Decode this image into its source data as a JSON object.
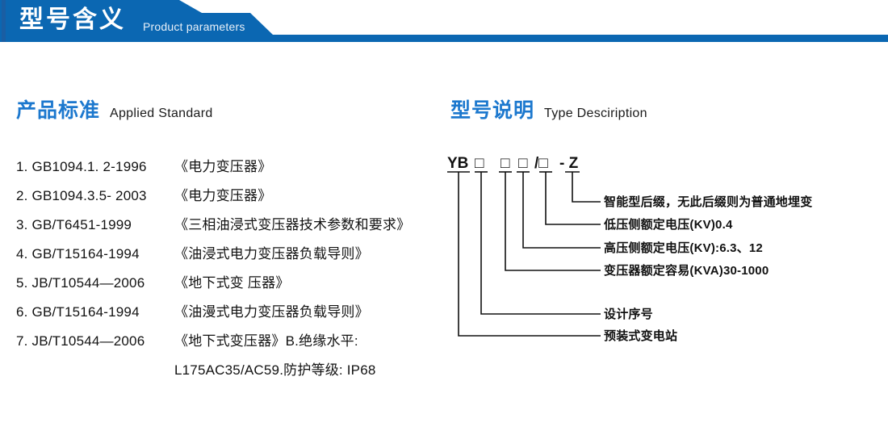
{
  "banner": {
    "title": "型号含义",
    "subtitle": "Product parameters",
    "bar_color": "#0b67b2",
    "accent_color": "#1a5ea3"
  },
  "sections": {
    "applied_standard": {
      "cn": "产品标准",
      "en": "Applied Standard"
    },
    "type_description": {
      "cn": "型号说明",
      "en": "Type Desciription"
    }
  },
  "heading_color": "#1c78ce",
  "standards": [
    {
      "index": "1.",
      "code": "GB1094.1. 2-1996",
      "name": "《电力变压器》"
    },
    {
      "index": "2.",
      "code": "GB1094.3.5- 2003",
      "name": "《电力变压器》"
    },
    {
      "index": "3.",
      "code": "GB/T6451-1999",
      "name": "《三相油浸式变压器技术参数和要求》"
    },
    {
      "index": "4.",
      "code": "GB/T15164-1994",
      "name": "《油浸式电力变压器负载导则》"
    },
    {
      "index": "5.",
      "code": "JB/T10544—2006",
      "name": "《地下式变 压器》"
    },
    {
      "index": "6.",
      "code": "GB/T15164-1994",
      "name": "《油漫式电力变压器负载导则》"
    },
    {
      "index": "7.",
      "code": "JB/T10544—2006",
      "name": "《地下式变压器》B.绝缘水平:"
    },
    {
      "index": "",
      "code": "",
      "name": "L175AC35/AC59.防护等级: IP68"
    }
  ],
  "type_code": {
    "segments": [
      {
        "id": "prefix",
        "text": "YB"
      },
      {
        "id": "design-serial",
        "text": "□"
      },
      {
        "id": "capacity",
        "text": "□"
      },
      {
        "id": "hv-voltage",
        "text": "□"
      },
      {
        "id": "lv-voltage",
        "text": "/□"
      },
      {
        "id": "smart-suffix",
        "text": "- Z"
      }
    ],
    "full": "YB □ □□/□ - Z"
  },
  "callouts": [
    {
      "id": "smart-suffix",
      "label": "智能型后缀，无此后缀则为普通地埋变"
    },
    {
      "id": "lv-voltage",
      "label": "低压侧额定电压(KV)0.4"
    },
    {
      "id": "hv-voltage",
      "label": "高压侧额定电压(KV):6.3、12"
    },
    {
      "id": "capacity",
      "label": "变压器额定容易(KVA)30-1000"
    },
    {
      "id": "design-serial",
      "label": "设计序号"
    },
    {
      "id": "prefix",
      "label": "预装式变电站"
    }
  ]
}
